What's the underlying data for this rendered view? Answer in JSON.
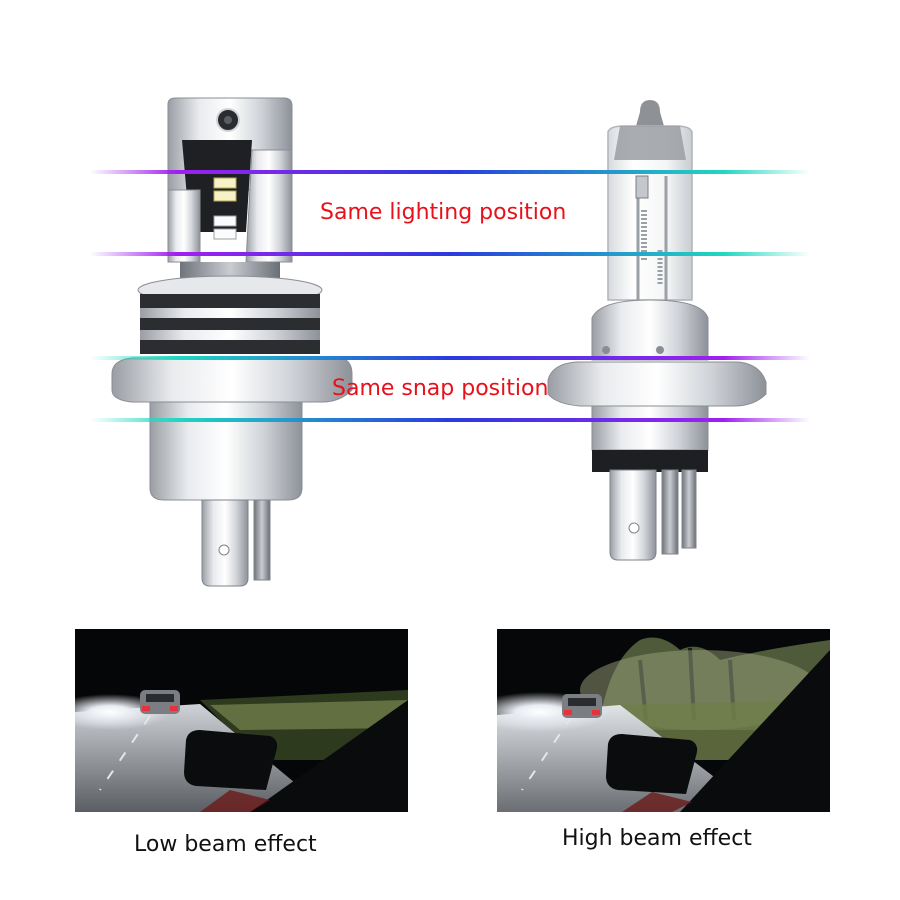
{
  "callouts": {
    "lighting": "Same lighting position",
    "snap": "Same snap position"
  },
  "photos": {
    "low_caption": "Low beam effect",
    "high_caption": "High beam effect"
  },
  "colors": {
    "callout_text": "#e8101a",
    "caption_text": "#111111",
    "guide_purple": "#a020f0",
    "guide_blue": "#2a3adf",
    "guide_cyan": "#20d8c0"
  }
}
